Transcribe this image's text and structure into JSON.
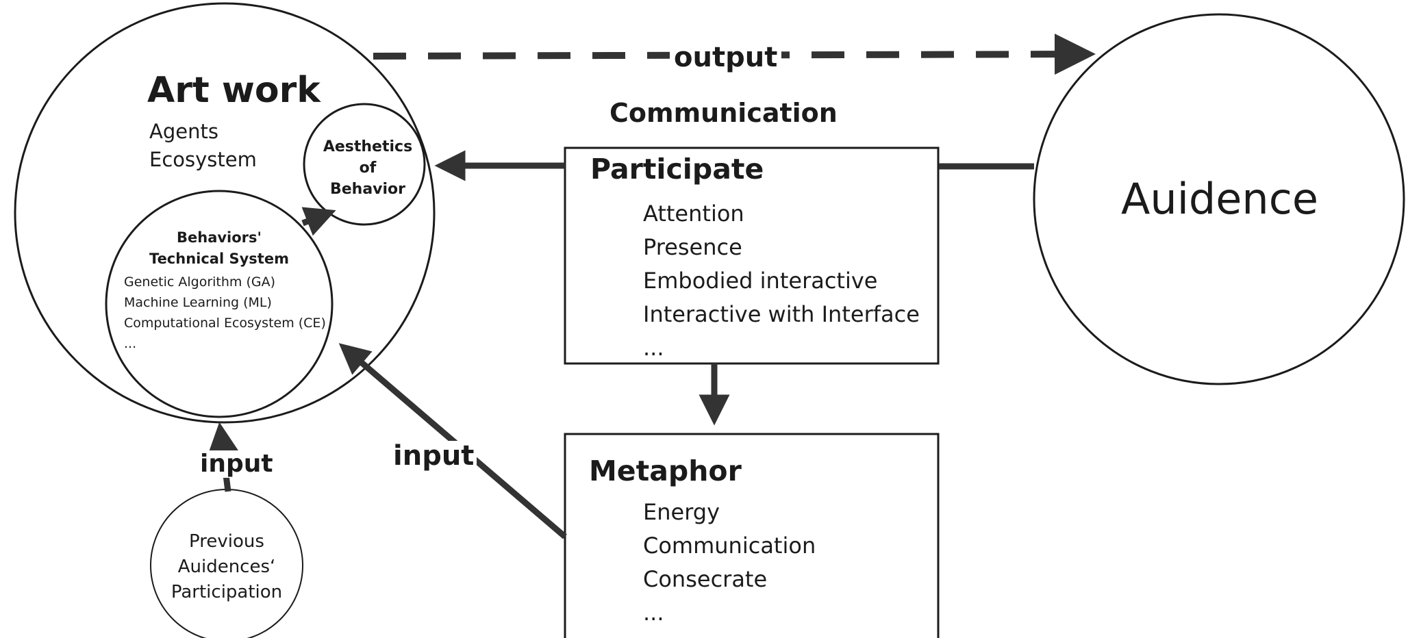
{
  "artwork": {
    "title": "Art work",
    "items": [
      "Agents",
      "Ecosystem"
    ]
  },
  "aesthetics": {
    "lines": [
      "Aesthetics",
      "of",
      "Behavior"
    ]
  },
  "behaviors": {
    "title_lines": [
      "Behaviors'",
      "Technical System"
    ],
    "items": [
      "Genetic Algorithm (GA)",
      "Machine Learning (ML)",
      "Computational Ecosystem (CE)",
      "..."
    ]
  },
  "previous": {
    "lines": [
      "Previous",
      "Auidences‘",
      "Participation"
    ]
  },
  "audience": {
    "title": "Auidence"
  },
  "communication": {
    "title": "Communication"
  },
  "participate": {
    "title": "Participate",
    "items": [
      "Attention",
      "Presence",
      "Embodied interactive",
      "Interactive with Interface",
      "..."
    ]
  },
  "metaphor": {
    "title": "Metaphor",
    "items": [
      "Energy",
      "Communication",
      "Consecrate",
      "..."
    ]
  },
  "arrows": {
    "output_label": "output",
    "input_bottom_label": "input",
    "input_mid_label": "input"
  },
  "colors": {
    "stroke": "#1b1b1b",
    "arrow": "#333333"
  }
}
